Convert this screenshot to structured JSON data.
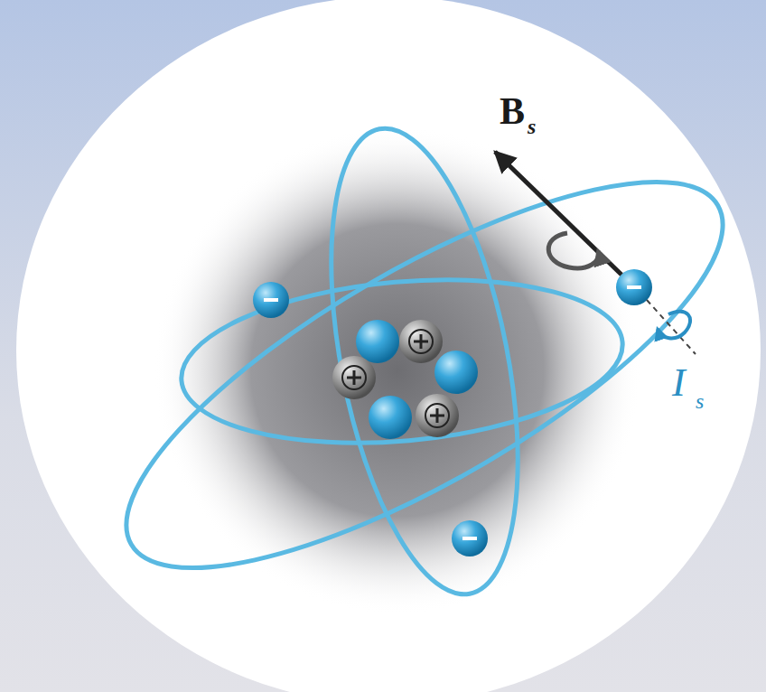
{
  "diagram": {
    "labels": [
      "B",
      "s",
      "I",
      "s"
    ]
  }
}
